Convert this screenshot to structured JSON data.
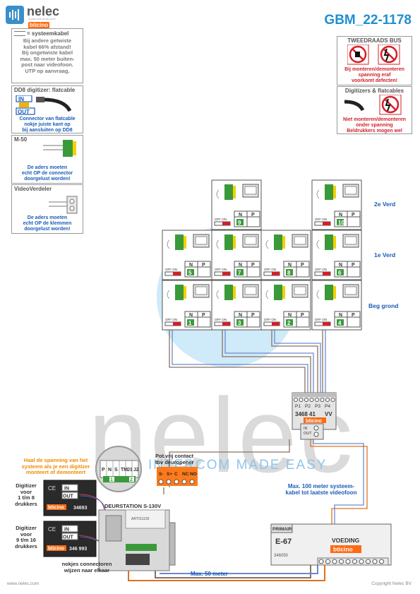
{
  "header": {
    "brand": "nelec",
    "brand_tagline": "INTERCOM MADE EASY",
    "brand_partner": "bticino",
    "doc_code": "GBM_22-1178"
  },
  "notes": {
    "cable": {
      "title": "= systeemkabel",
      "lines": [
        "Bij andere getwiste",
        "kabel 66% afstand!",
        "Bij ongetwiste kabel",
        "max. 50 meter buiten-",
        "post naar videofoon.",
        "UTP op aanvraag."
      ]
    },
    "dd8": {
      "title": "DD8 digitizer: flatcable",
      "in_label": "IN",
      "out_label": "OUT",
      "lines": [
        "Connector van flatcable",
        "nokje juiste kant op",
        "bij aansluiten op DD8"
      ]
    },
    "m50": {
      "title": "M-50",
      "lines": [
        "De aders moeten",
        "echt OP de connector",
        "doorgelust worden!"
      ]
    },
    "videoverdeler": {
      "title": "VideoVerdeler",
      "lines": [
        "De aders moeten",
        "echt OP de klemmen",
        "doorgelust worden!"
      ]
    },
    "tweedraads": {
      "title": "TWEEDRAADS BUS",
      "lines": [
        "Bij monteren/demonteren",
        "spanning eraf",
        "voorkomt defecten!"
      ]
    },
    "digitizers": {
      "title": "Digitizers & flatcables",
      "lines": [
        "Niet monteren/demonteren",
        "onder spanning",
        "Beldrukkers mogen wel"
      ]
    }
  },
  "floors": [
    "2e Verd",
    "1e Verd",
    "Beg grond"
  ],
  "units": {
    "np_n": "N",
    "np_p": "P",
    "off_on": "OFF ON",
    "numbers": [
      "9",
      "10",
      "5",
      "7",
      "8",
      "6",
      "1",
      "3",
      "2",
      "4"
    ]
  },
  "splitter": {
    "ports": [
      "P1",
      "P2",
      "P3",
      "P4"
    ],
    "model": "3468 41",
    "vv": "VV",
    "brand": "bticino",
    "in_out_in": "IN",
    "in_out_out": "OUT"
  },
  "watermark": {
    "word": "nelec",
    "tagline": "INTERCOM MADE EASY"
  },
  "left_panel": {
    "warning": [
      "Haal de spanning van het",
      "systeem als je een digitizer",
      "monteert of demonteert"
    ],
    "digitizer1": [
      "Digitizer",
      "voor",
      "1 t/m 8",
      "drukkers"
    ],
    "digitizer2": [
      "Digitizer",
      "voor",
      "9 t/m 16",
      "drukkers"
    ],
    "model1": "34693",
    "model2": "346 993",
    "brand": "bticino",
    "in_label": "IN",
    "out_label": "OUT",
    "connector_labels": [
      "P",
      "N",
      "S",
      "TM",
      "J1",
      "J2"
    ],
    "connector_nums": [
      "1",
      "2"
    ],
    "nokjes": [
      "nokjes connectoren",
      "wijzen naar elkaar"
    ]
  },
  "pot_contact": {
    "lines": [
      "Pot.vrij contact",
      "tbv deuropener"
    ],
    "terminals": [
      "S-",
      "S+",
      "C",
      "NC",
      "NO"
    ]
  },
  "door_station": {
    "label": "DEURSTATION S-130V",
    "model": "ART/S1130"
  },
  "power": {
    "primair": "PRIMAIR",
    "model": "E-67",
    "voeding": "VOEDING",
    "code": "346050",
    "brand": "bticino"
  },
  "cable_notes": {
    "max100": [
      "Max. 100 meter systeem-",
      "kabel tot laatste videofoon"
    ],
    "max50": "Max. 50 meter"
  },
  "footer": {
    "website": "www.nelec.com",
    "copyright": "Copyright Nelec BV"
  },
  "colors": {
    "brand_blue": "#1f8fd0",
    "ticino_orange": "#ff6a13",
    "warn_red": "#d2202a",
    "label_blue": "#1b5cb8",
    "orange_text": "#f08a00"
  }
}
